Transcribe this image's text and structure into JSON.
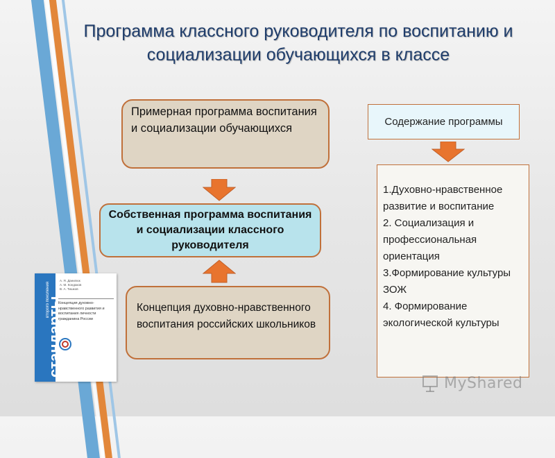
{
  "title": "Программа классного руководителя по воспитанию и социализации обучающихся в классе",
  "example_program": "Примерная программа воспитания и социализации обучающихся",
  "own_program": "Собственная программа воспитания и социализации классного руководителя",
  "concept": "Концепция духовно-нравственного воспитания российских школьников",
  "content_title": "Содержание программы",
  "content_items": [
    "1.Духовно-нравственное развитие и воспитание",
    "2. Социализация и профессиональная ориентация",
    "3.Формирование культуры ЗОЖ",
    "4. Формирование экологической культуры"
  ],
  "book": {
    "spine_text": "стандарты",
    "spine_sub": "второго поколения",
    "authors": "А. Я. Данилюк\nА. М. Кондаков\nВ. А. Тишков",
    "title": "Концепция духовно-нравственного развития и воспитания личности гражданина России"
  },
  "watermark": "MyShared",
  "colors": {
    "arrow": "#e8742e",
    "border": "#c0703a",
    "title": "#1f3d6b"
  }
}
